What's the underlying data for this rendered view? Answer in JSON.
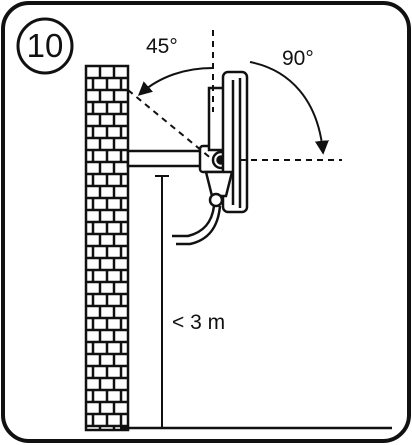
{
  "step_number": "10",
  "angles": {
    "up_tilt": "45°",
    "down_tilt": "90°"
  },
  "mounting_height": "< 3 m",
  "colors": {
    "stroke": "#111111",
    "background": "#ffffff"
  }
}
